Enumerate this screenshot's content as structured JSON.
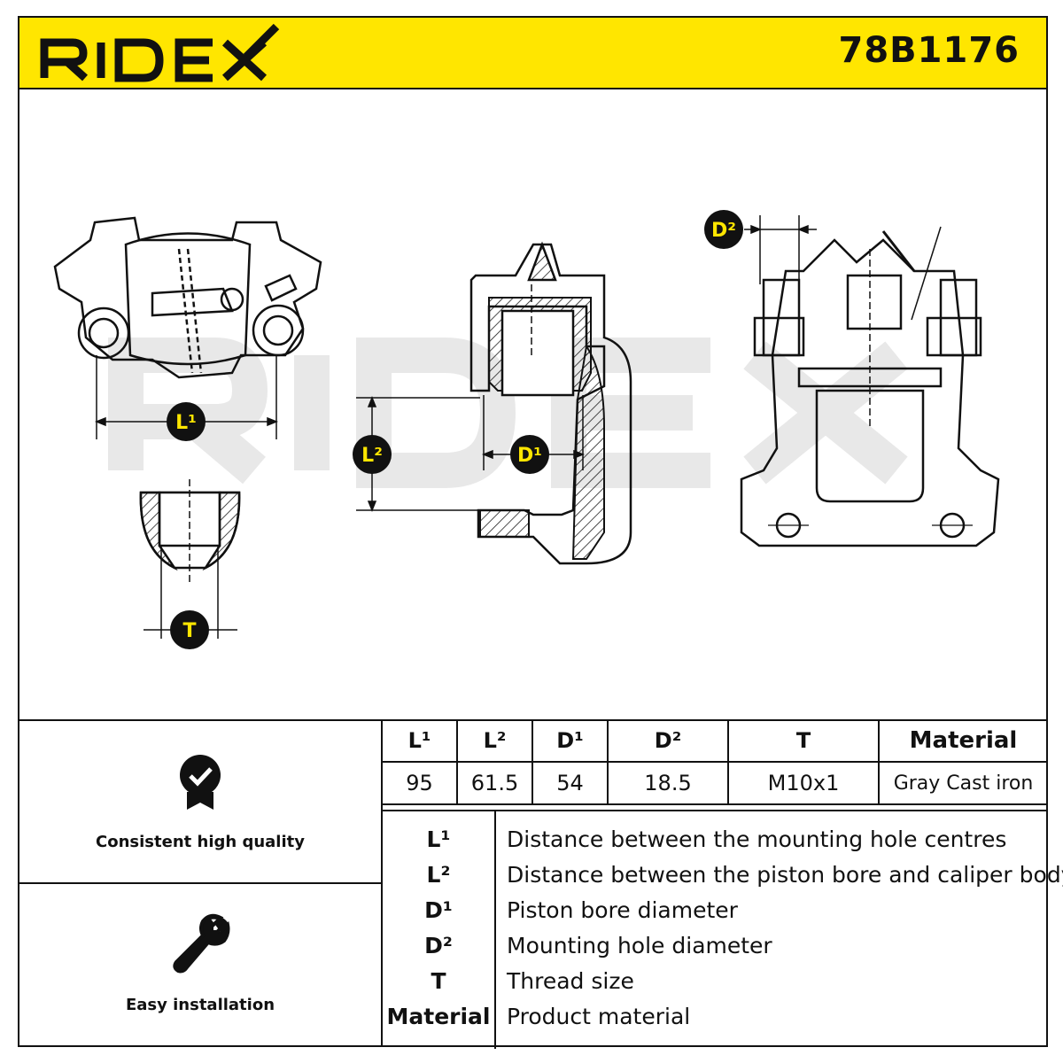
{
  "brand": "RIDEX",
  "part_number": "78B1176",
  "accent_color": "#ffe600",
  "dimension_labels": {
    "l1": "L¹",
    "l2": "L²",
    "d1": "D¹",
    "d2": "D²",
    "t": "T"
  },
  "features": [
    {
      "icon": "quality-badge-icon",
      "label": "Consistent high quality"
    },
    {
      "icon": "wrench-icon",
      "label": "Easy installation"
    }
  ],
  "spec_table": {
    "headers": [
      "L¹",
      "L²",
      "D¹",
      "D²",
      "T",
      "Material"
    ],
    "values": [
      "95",
      "61.5",
      "54",
      "18.5",
      "M10x1",
      "Gray Cast iron"
    ]
  },
  "legend": [
    {
      "key": "L¹",
      "desc": "Distance between the mounting hole centres"
    },
    {
      "key": "L²",
      "desc": "Distance between the piston bore and caliper body"
    },
    {
      "key": "D¹",
      "desc": "Piston bore diameter"
    },
    {
      "key": "D²",
      "desc": "Mounting hole diameter"
    },
    {
      "key": "T",
      "desc": "Thread size"
    },
    {
      "key": "Material",
      "desc": "Product material"
    }
  ]
}
